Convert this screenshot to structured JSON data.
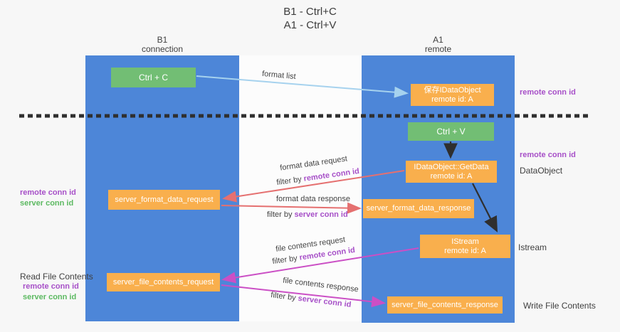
{
  "title": {
    "line1": "B1 - Ctrl+C",
    "line2": "A1 - Ctrl+V"
  },
  "columns": {
    "b1": {
      "title": "B1",
      "subtitle": "connection"
    },
    "a1": {
      "title": "A1",
      "subtitle": "remote"
    }
  },
  "nodes": {
    "ctrl_c": {
      "label": "Ctrl + C"
    },
    "save_dataobject": {
      "line1": "保存IDataObject",
      "line2": "remote id: A"
    },
    "ctrl_v": {
      "label": "Ctrl + V"
    },
    "getdata": {
      "line1": "IDataObject::GetData",
      "line2": "remote id: A"
    },
    "format_request": {
      "label": "server_format_data_request"
    },
    "format_response": {
      "label": "server_format_data_response"
    },
    "istream": {
      "line1": "IStream",
      "line2": "remote id: A"
    },
    "file_request": {
      "label": "server_file_contents_request"
    },
    "file_response": {
      "label": "server_file_contents_response"
    }
  },
  "flow_labels": {
    "format_list": "format list",
    "format_data_request": "format data request",
    "format_data_response": "format data response",
    "file_contents_request": "file contents request",
    "file_contents_response": "file contents response",
    "filter_by": "filter by ",
    "remote_conn_id": "remote conn id",
    "server_conn_id": "server conn id"
  },
  "side_labels": {
    "remote_conn_id": "remote conn id",
    "server_conn_id": "server conn id",
    "dataobject": "DataObject",
    "istream": "Istream",
    "read_file_contents": "Read File Contents",
    "write_file_contents": "Write File Contents"
  },
  "colors": {
    "column_blue": "#4d86d8",
    "node_green": "#72be74",
    "node_orange": "#f9af4d",
    "conn_id_purple": "#a750c8",
    "conn_id_green": "#5cb961",
    "arrow_red": "#e57070",
    "arrow_magenta": "#cb4fc5",
    "arrow_blue": "#a6d2ee",
    "arrow_black": "#2f2f2f",
    "dashed_divider": "#2f2f2f",
    "text_dark": "#3f3f3f"
  }
}
